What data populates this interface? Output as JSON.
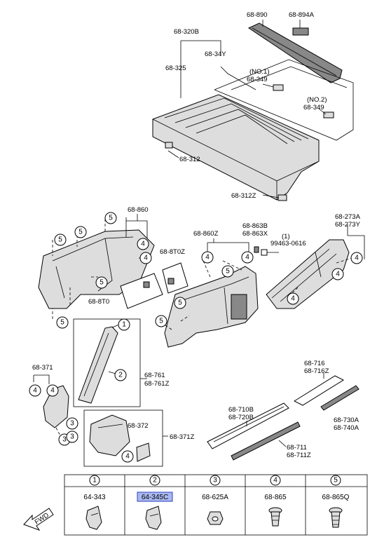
{
  "labels": {
    "part_68_890": "68-890",
    "part_68_894a": "68-894A",
    "part_68_320b": "68-320B",
    "part_68_34y": "68-34Y",
    "part_68_325": "68-325",
    "part_no1": "(NO.1)",
    "part_68_349_a": "68-349",
    "part_no2": "(NO.2)",
    "part_68_349_b": "68-349",
    "part_68_312": "68-312",
    "part_68_312z": "68-312Z",
    "part_68_860": "68-860",
    "part_68_860z": "68-860Z",
    "part_68_8t0z": "68-8T0Z",
    "part_68_863b": "68-863B",
    "part_68_863x": "68-863X",
    "part_qty1": "(1)",
    "part_99463": "99463-0616",
    "part_68_273a": "68-273A",
    "part_68_273y": "68-273Y",
    "part_68_8t0": "68-8T0",
    "part_68_761": "68-761",
    "part_68_761z": "68-761Z",
    "part_68_371": "68-371",
    "part_68_372": "68-372",
    "part_68_371z": "68-371Z",
    "part_68_716": "68-716",
    "part_68_716z": "68-716Z",
    "part_68_710b": "68-710B",
    "part_68_720b": "68-720B",
    "part_68_730a": "68-730A",
    "part_68_740a": "68-740A",
    "part_68_711": "68-711",
    "part_68_711z": "68-711Z",
    "fwd": "FWD"
  },
  "callouts": [
    "1",
    "2",
    "3",
    "4",
    "5"
  ],
  "legend": {
    "items": [
      {
        "num": "1",
        "code": "64-343",
        "highlighted": false
      },
      {
        "num": "2",
        "code": "64-345C",
        "highlighted": true
      },
      {
        "num": "3",
        "code": "68-625A",
        "highlighted": false
      },
      {
        "num": "4",
        "code": "68-865",
        "highlighted": false
      },
      {
        "num": "5",
        "code": "68-865Q",
        "highlighted": false
      }
    ]
  },
  "colors": {
    "highlight": "#a8b8f0",
    "highlight_border": "#3040c0",
    "line": "#000000",
    "fill_gray": "#dddddd"
  }
}
